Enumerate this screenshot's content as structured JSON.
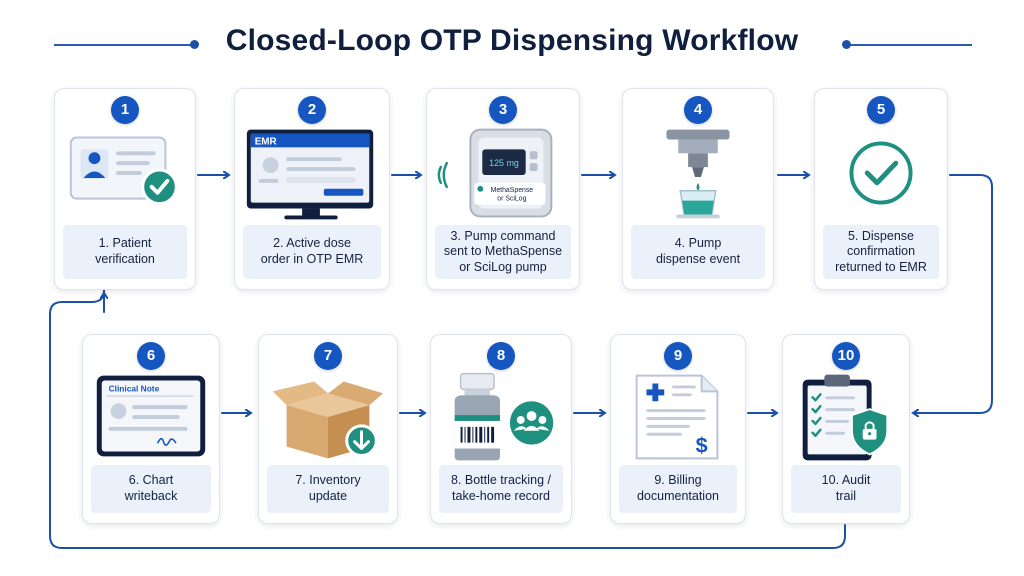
{
  "title": "Closed-Loop OTP Dispensing Workflow",
  "steps": [
    {
      "number": "1",
      "label": "1. Patient\nverification",
      "icon": "id-card-check-icon"
    },
    {
      "number": "2",
      "label": "2. Active dose\norder in OTP EMR",
      "icon": "emr-monitor-icon",
      "screen_text": "EMR"
    },
    {
      "number": "3",
      "label": "3. Pump command\nsent to MethaSpense\nor SciLog pump",
      "icon": "pump-device-icon",
      "display_text": "125 mg",
      "device_text": "MethaSpense\nor SciLog"
    },
    {
      "number": "4",
      "label": "4. Pump\ndispense event",
      "icon": "dispense-nozzle-icon"
    },
    {
      "number": "5",
      "label": "5. Dispense\nconfirmation\nreturned to EMR",
      "icon": "checkmark-circle-icon"
    },
    {
      "number": "6",
      "label": "6. Chart\nwriteback",
      "icon": "clinical-note-tablet-icon",
      "note_title": "Clinical Note"
    },
    {
      "number": "7",
      "label": "7. Inventory\nupdate",
      "icon": "box-download-icon"
    },
    {
      "number": "8",
      "label": "8. Bottle tracking /\ntake-home record",
      "icon": "bottle-group-icon"
    },
    {
      "number": "9",
      "label": "9. Billing\ndocumentation",
      "icon": "billing-document-icon"
    },
    {
      "number": "10",
      "label": "10. Audit\ntrail",
      "icon": "clipboard-shield-icon"
    }
  ],
  "colors": {
    "accent": "#1556c0",
    "teal": "#1f8f80",
    "label_bg": "#eaf1fb"
  }
}
